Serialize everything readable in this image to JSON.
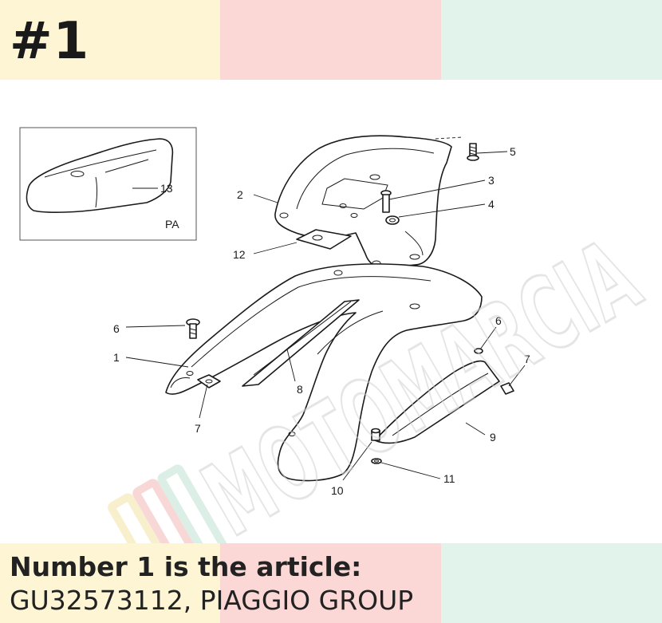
{
  "header": {
    "item_number": "#1"
  },
  "diagram": {
    "inset_label": "PA",
    "callouts": {
      "c1": "1",
      "c2": "2",
      "c3": "3",
      "c4": "4",
      "c5": "5",
      "c6a": "6",
      "c6b": "6",
      "c7a": "7",
      "c7b": "7",
      "c8": "8",
      "c9": "9",
      "c10": "10",
      "c11": "11",
      "c12": "12",
      "c13": "13"
    }
  },
  "watermark": {
    "text": "MOTOMARCIA",
    "colors": [
      "#f3e4a6",
      "#f2b9b5",
      "#bfe3d3"
    ]
  },
  "caption": {
    "line1": "Number 1 is the article:",
    "line2": "GU32573112, PIAGGIO GROUP"
  },
  "colors": {
    "band_yellow": "#fdf5d4",
    "band_pink": "#fbd8d6",
    "band_mint": "#e2f3ec"
  }
}
